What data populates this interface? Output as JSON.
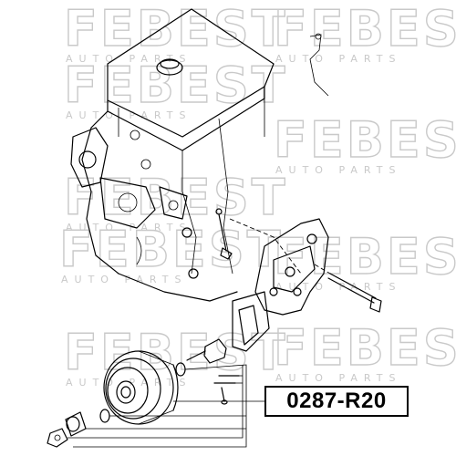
{
  "watermark": {
    "brand": "FEBEST",
    "tagline": "AUTO PARTS",
    "color": "#c9c9c9"
  },
  "part_number": "0287-R20"
}
